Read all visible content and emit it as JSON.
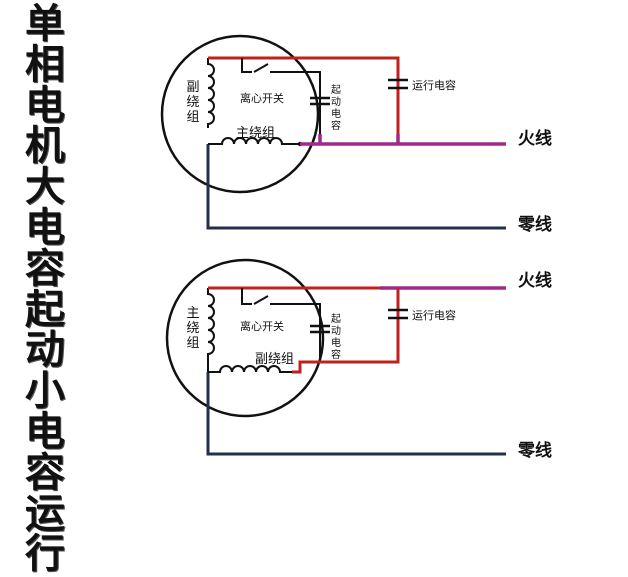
{
  "title_chars": [
    "单",
    "相",
    "电",
    "机",
    "大",
    "电",
    "容",
    "起",
    "动",
    "小",
    "电",
    "容",
    "运",
    "行"
  ],
  "diagram1": {
    "aux_winding": "副绕组",
    "centrifugal_switch": "离心开关",
    "start_capacitor": "起动电容",
    "run_capacitor": "运行电容",
    "main_winding": "主绕组",
    "live": "火线",
    "neutral": "零线"
  },
  "diagram2": {
    "main_winding": "主绕组",
    "centrifugal_switch": "离心开关",
    "start_capacitor": "起动电容",
    "run_capacitor": "运行电容",
    "aux_winding": "副绕组",
    "live": "火线",
    "neutral": "零线"
  },
  "colors": {
    "live": "#a0288c",
    "red": "#c0201e",
    "black": "#111111",
    "neutral": "#252f4a"
  }
}
